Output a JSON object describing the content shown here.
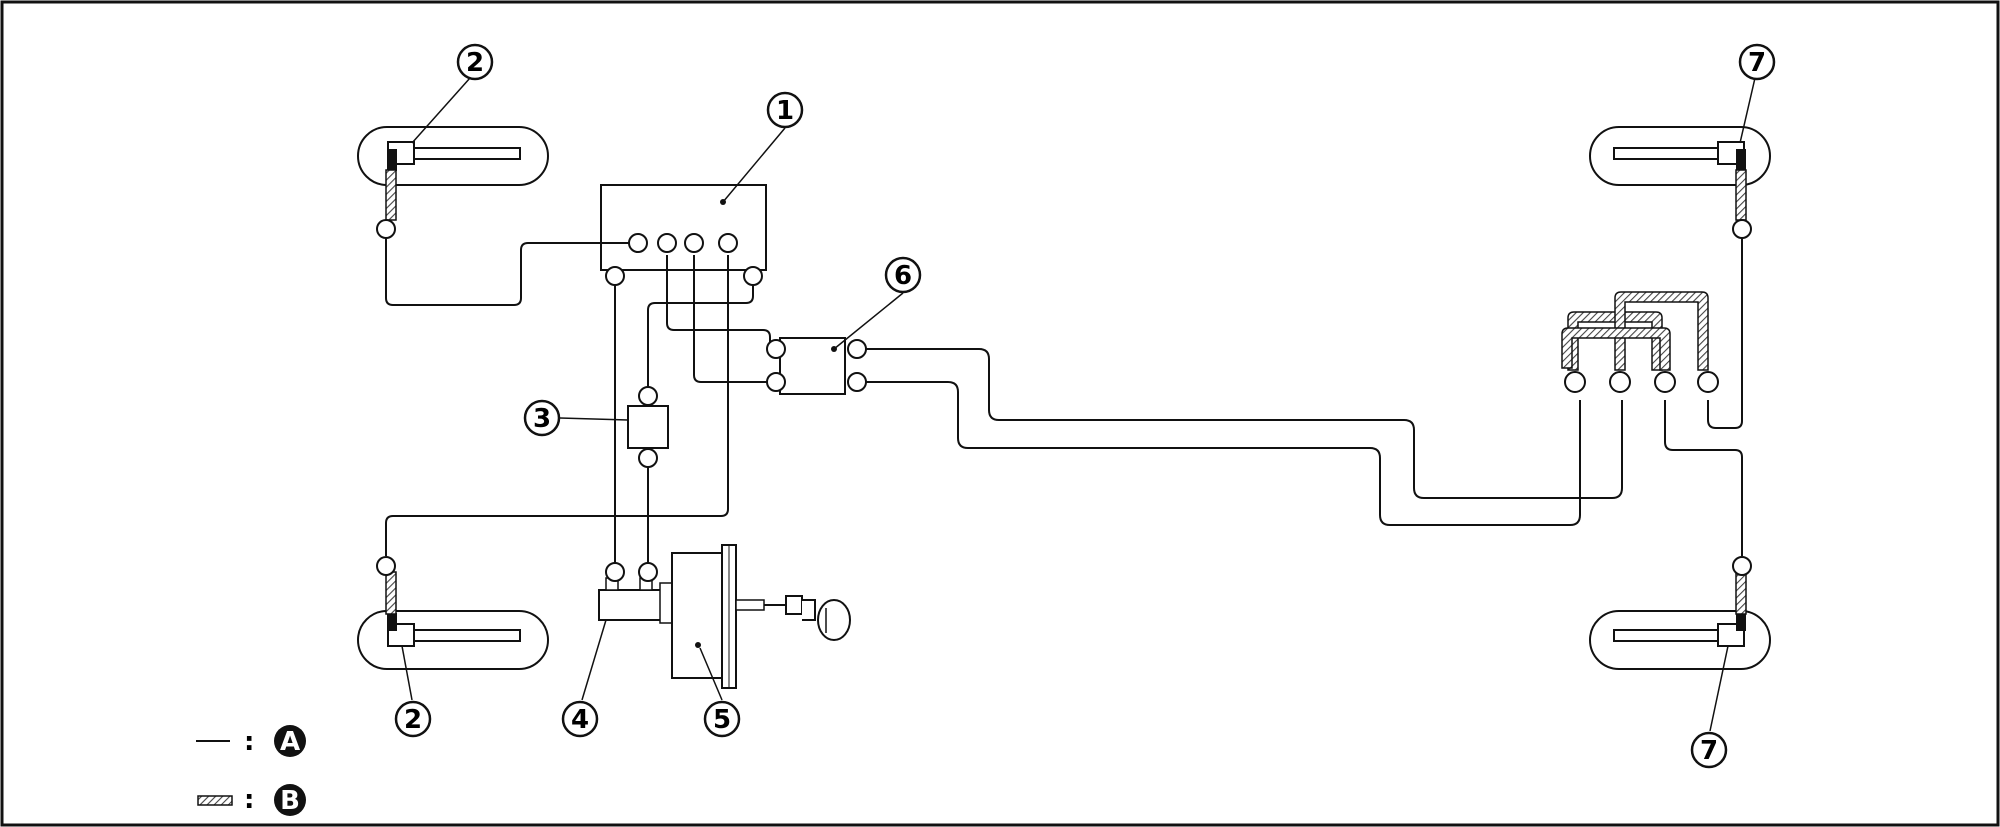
{
  "callouts": [
    "1",
    "2",
    "2",
    "3",
    "4",
    "5",
    "6",
    "7",
    "7"
  ],
  "legend": [
    {
      "symbol": "A",
      "separator": ":",
      "style": "line"
    },
    {
      "symbol": "B",
      "separator": ":",
      "style": "hatched"
    }
  ],
  "colors": {
    "line": "#111111",
    "background": "#ffffff",
    "hatch": "#444444"
  }
}
